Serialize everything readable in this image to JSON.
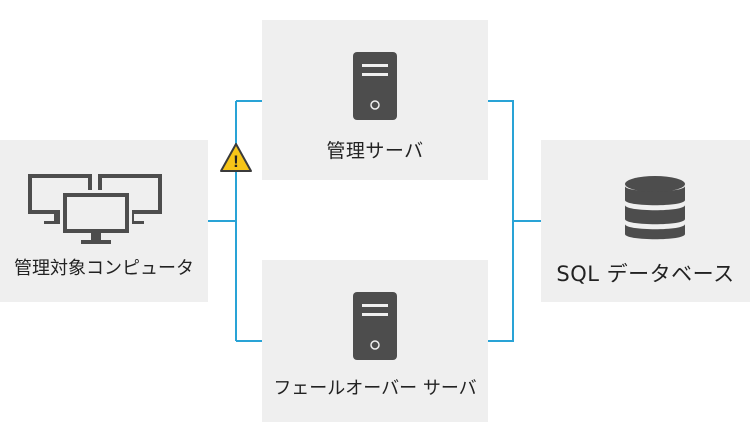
{
  "nodes": {
    "managed_computers": {
      "label": "管理対象コンピュータ",
      "icon": "monitors-icon"
    },
    "management_server": {
      "label": "管理サーバ",
      "icon": "server-icon"
    },
    "failover_server": {
      "label": "フェールオーバー サーバ",
      "icon": "server-icon"
    },
    "sql_database": {
      "label": "SQL データベース",
      "icon": "database-icon"
    }
  },
  "connections": [
    {
      "from": "managed_computers",
      "to": "management_server",
      "status": "warning"
    },
    {
      "from": "managed_computers",
      "to": "failover_server",
      "status": "normal"
    },
    {
      "from": "management_server",
      "to": "sql_database",
      "status": "normal"
    },
    {
      "from": "failover_server",
      "to": "sql_database",
      "status": "normal"
    }
  ],
  "warning": {
    "icon": "warning-icon",
    "symbol": "!"
  },
  "colors": {
    "connector": "#29a3d6",
    "box": "#efefef",
    "icon": "#4d4d4d",
    "warning_fill": "#f7c518",
    "warning_stroke": "#3b3b3b"
  }
}
